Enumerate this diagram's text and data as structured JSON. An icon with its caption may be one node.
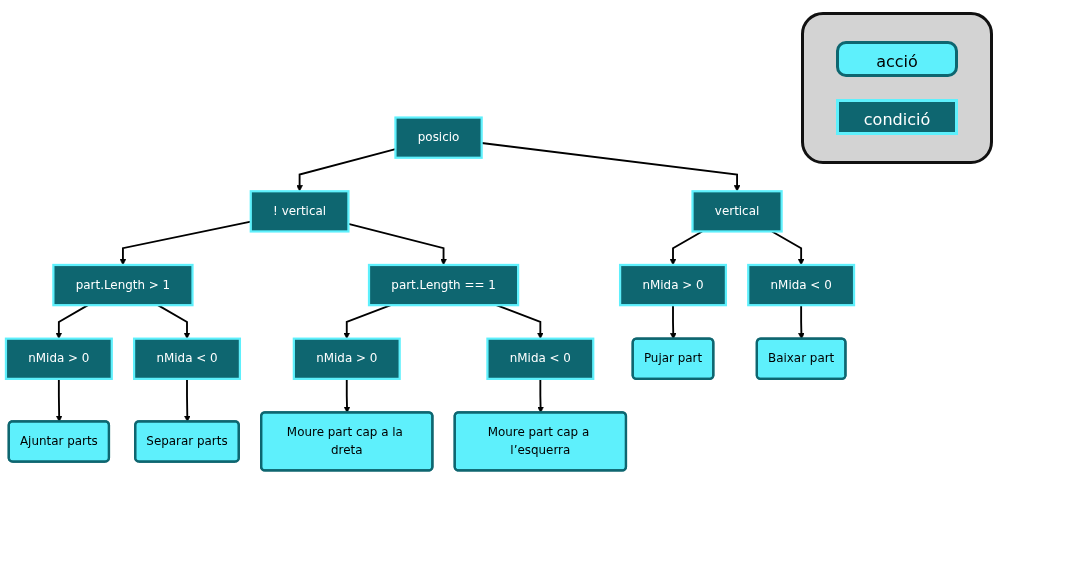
{
  "diagram": {
    "nodes": [
      {
        "text": [
          "posicio"
        ]
      },
      {
        "text": [
          "vertical"
        ]
      },
      {
        "text": [
          "! vertical"
        ]
      },
      {
        "text": [
          "nMida > 0"
        ]
      },
      {
        "text": [
          "nMida < 0"
        ]
      },
      {
        "text": [
          "part.Length > 1"
        ]
      },
      {
        "text": [
          "part.Length == 1"
        ]
      },
      {
        "text": [
          "nMida > 0"
        ]
      },
      {
        "text": [
          "nMida < 0"
        ]
      },
      {
        "text": [
          "nMida > 0"
        ]
      },
      {
        "text": [
          "nMida < 0"
        ]
      },
      {
        "text": [
          "Pujar part"
        ]
      },
      {
        "text": [
          "Baixar part"
        ]
      },
      {
        "text": [
          "Ajuntar parts"
        ]
      },
      {
        "text": [
          "Separar parts"
        ]
      },
      {
        "text": [
          "Moure part cap a la dreta"
        ]
      },
      {
        "text": [
          "Moure part cap a l’esquerra"
        ]
      }
    ],
    "edges": [
      {
        "from": 0,
        "to": 1,
        "arrow": "to"
      },
      {
        "from": 0,
        "to": 2,
        "arrow": "to"
      },
      {
        "from": 1,
        "to": 3,
        "arrow": "to"
      },
      {
        "from": 1,
        "to": 4,
        "arrow": "to"
      },
      {
        "from": 2,
        "to": 5,
        "arrow": "to"
      },
      {
        "from": 2,
        "to": 6,
        "arrow": "to"
      },
      {
        "from": 5,
        "to": 7,
        "arrow": "to"
      },
      {
        "from": 5,
        "to": 8,
        "arrow": "to"
      },
      {
        "from": 6,
        "to": 9,
        "arrow": "to"
      },
      {
        "from": 6,
        "to": 10,
        "arrow": "to"
      },
      {
        "from": 3,
        "to": 11,
        "arrow": "to"
      },
      {
        "from": 4,
        "to": 12,
        "arrow": "to"
      },
      {
        "from": 7,
        "to": 13,
        "arrow": "to"
      },
      {
        "from": 8,
        "to": 14,
        "arrow": "to"
      },
      {
        "from": 9,
        "to": 15,
        "arrow": "to"
      },
      {
        "from": 10,
        "to": 16,
        "arrow": "to"
      }
    ],
    "legend": [
      {
        "text": "acció",
        "color": "#5ef0fc"
      },
      {
        "text": "condició",
        "color": "#0e6670"
      }
    ]
  }
}
